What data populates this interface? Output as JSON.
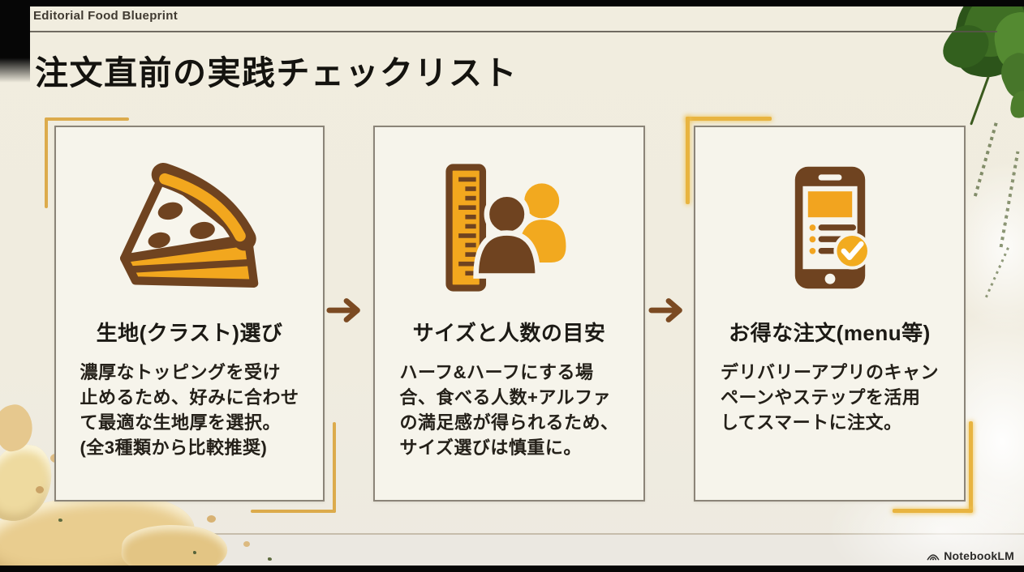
{
  "header": {
    "label": "Editorial Food Blueprint"
  },
  "page_title": "注文直前の実践チェックリスト",
  "cards": [
    {
      "icon": "pizza-slice-icon",
      "title": "生地(クラスト)選び",
      "body": "濃厚なトッピングを受け\n止めるため、好みに合わせ\nて最適な生地厚を選択。\n(全3種類から比較推奨)"
    },
    {
      "icon": "ruler-people-icon",
      "title": "サイズと人数の目安",
      "body": "ハーフ&ハーフにする場\n合、食べる人数+アルファ\nの満足感が得られるため、\nサイズ選びは慎重に。"
    },
    {
      "icon": "smartphone-check-icon",
      "title": "お得な注文(menu等)",
      "body": "デリバリーアプリのキャン\nペーンやステップを活用\nしてスマートに注文。"
    }
  ],
  "watermark": {
    "label": "NotebookLM"
  },
  "colors": {
    "accent_gold": "#dcab4c",
    "icon_orange": "#f2a71e",
    "icon_brown": "#6f4320",
    "arrow_brown": "#7b4a22",
    "card_border": "#8b8478",
    "card_bg": "#f6f4eb",
    "page_bg": "#f0ecdf"
  }
}
